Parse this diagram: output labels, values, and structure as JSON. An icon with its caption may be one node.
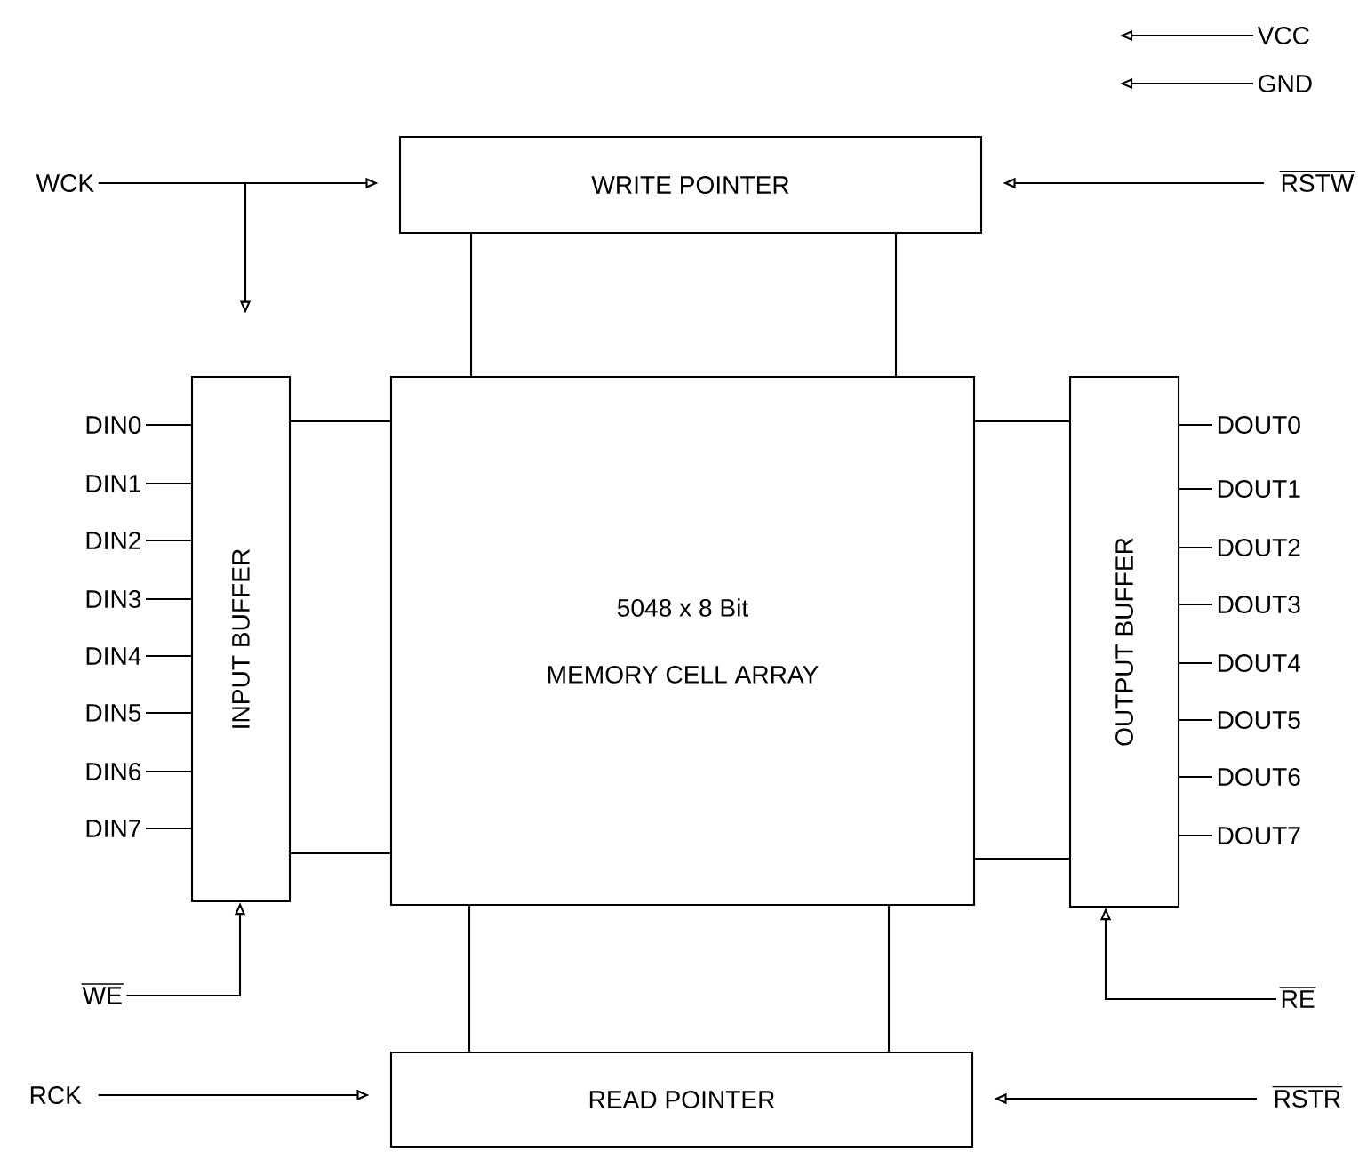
{
  "diagram": {
    "nodes": [
      {
        "text": [
          "WRITE POINTER"
        ]
      },
      {
        "text": [
          "INPUT BUFFER"
        ]
      },
      {
        "text": [
          "5048 x 8 Bit",
          "MEMORY CELL ARRAY"
        ]
      },
      {
        "text": [
          "OUTPUT BUFFER"
        ]
      },
      {
        "text": [
          "READ POINTER"
        ]
      },
      {
        "text": [
          "VCC"
        ]
      },
      {
        "text": [
          "GND"
        ]
      },
      {
        "text": [
          "WCK"
        ]
      },
      {
        "text": [
          "RSTW"
        ]
      },
      {
        "text": [
          "DIN0"
        ]
      },
      {
        "text": [
          "DIN1"
        ]
      },
      {
        "text": [
          "DIN2"
        ]
      },
      {
        "text": [
          "DIN3"
        ]
      },
      {
        "text": [
          "DIN4"
        ]
      },
      {
        "text": [
          "DIN5"
        ]
      },
      {
        "text": [
          "DIN6"
        ]
      },
      {
        "text": [
          "DIN7"
        ]
      },
      {
        "text": [
          "DOUT0"
        ]
      },
      {
        "text": [
          "DOUT1"
        ]
      },
      {
        "text": [
          "DOUT2"
        ]
      },
      {
        "text": [
          "DOUT3"
        ]
      },
      {
        "text": [
          "DOUT4"
        ]
      },
      {
        "text": [
          "DOUT5"
        ]
      },
      {
        "text": [
          "DOUT6"
        ]
      },
      {
        "text": [
          "DOUT7"
        ]
      },
      {
        "text": [
          "WE"
        ]
      },
      {
        "text": [
          "RE"
        ]
      },
      {
        "text": [
          "RCK"
        ]
      },
      {
        "text": [
          "RSTR"
        ]
      }
    ],
    "edges": [
      {
        "from": 5,
        "to": null,
        "arrow": "to"
      },
      {
        "from": 6,
        "to": null,
        "arrow": "to"
      },
      {
        "from": 7,
        "to": 0,
        "arrow": "to"
      },
      {
        "from": 7,
        "to": 1,
        "arrow": "to"
      },
      {
        "from": 8,
        "to": 0,
        "arrow": "to"
      },
      {
        "from": 0,
        "to": 2,
        "arrow": "none"
      },
      {
        "from": 0,
        "to": 2,
        "arrow": "none"
      },
      {
        "from": 1,
        "to": 2,
        "arrow": "none"
      },
      {
        "from": 1,
        "to": 2,
        "arrow": "none"
      },
      {
        "from": 2,
        "to": 3,
        "arrow": "none"
      },
      {
        "from": 2,
        "to": 3,
        "arrow": "none"
      },
      {
        "from": 2,
        "to": 4,
        "arrow": "none"
      },
      {
        "from": 2,
        "to": 4,
        "arrow": "none"
      },
      {
        "from": 9,
        "to": 1,
        "arrow": "none"
      },
      {
        "from": 10,
        "to": 1,
        "arrow": "none"
      },
      {
        "from": 11,
        "to": 1,
        "arrow": "none"
      },
      {
        "from": 12,
        "to": 1,
        "arrow": "none"
      },
      {
        "from": 13,
        "to": 1,
        "arrow": "none"
      },
      {
        "from": 14,
        "to": 1,
        "arrow": "none"
      },
      {
        "from": 15,
        "to": 1,
        "arrow": "none"
      },
      {
        "from": 16,
        "to": 1,
        "arrow": "none"
      },
      {
        "from": 3,
        "to": 17,
        "arrow": "none"
      },
      {
        "from": 3,
        "to": 18,
        "arrow": "none"
      },
      {
        "from": 3,
        "to": 19,
        "arrow": "none"
      },
      {
        "from": 3,
        "to": 20,
        "arrow": "none"
      },
      {
        "from": 3,
        "to": 21,
        "arrow": "none"
      },
      {
        "from": 3,
        "to": 22,
        "arrow": "none"
      },
      {
        "from": 3,
        "to": 23,
        "arrow": "none"
      },
      {
        "from": 3,
        "to": 24,
        "arrow": "none"
      },
      {
        "from": 25,
        "to": 1,
        "arrow": "to"
      },
      {
        "from": 26,
        "to": 3,
        "arrow": "to"
      },
      {
        "from": 27,
        "to": 4,
        "arrow": "to"
      },
      {
        "from": 28,
        "to": 4,
        "arrow": "to"
      }
    ]
  }
}
